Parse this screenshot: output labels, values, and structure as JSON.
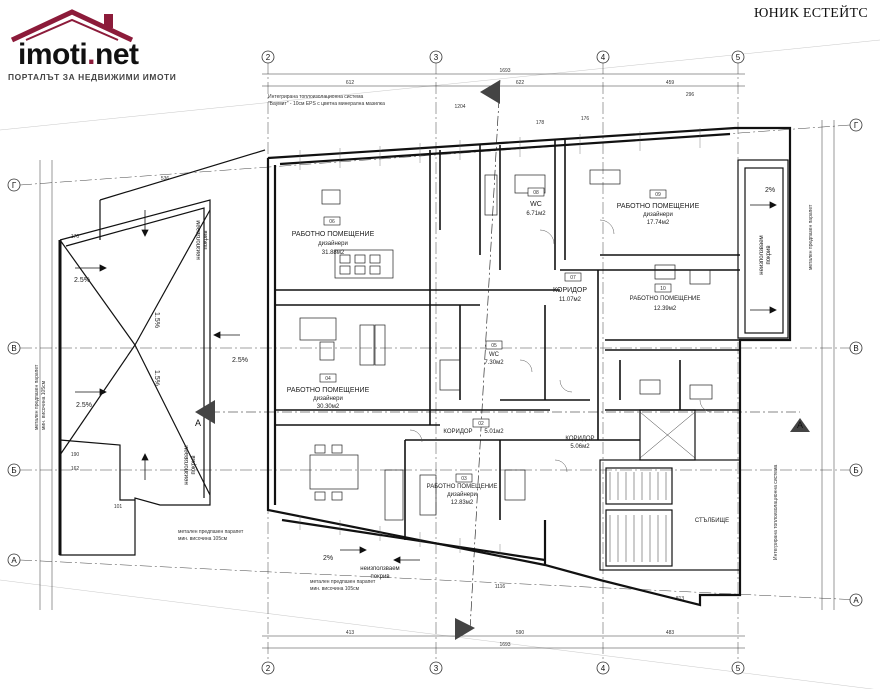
{
  "header": {
    "logo_name": "imoti",
    "logo_dot": ".",
    "logo_tld": "net",
    "logo_tagline": "ПОРТАЛЪТ ЗА НЕДВИЖИМИ ИМОТИ",
    "brand": "ЮНИК ЕСТЕЙТС"
  },
  "axes": {
    "columns": [
      "2",
      "3",
      "4",
      "5"
    ],
    "rows": [
      "Г",
      "В",
      "Б",
      "А"
    ]
  },
  "section_marker": "А",
  "rooms": [
    {
      "number": "06",
      "name": "РАБОТНО ПОМЕЩЕНИЕ",
      "sub": "дизайнери",
      "area": "31.88м2"
    },
    {
      "number": "08",
      "name": "WC",
      "sub": "",
      "area": "6.71м2"
    },
    {
      "number": "09",
      "name": "РАБОТНО ПОМЕЩЕНИЕ",
      "sub": "дизайнери",
      "area": "17.74м2"
    },
    {
      "number": "07",
      "name": "КОРИДОР",
      "sub": "",
      "area": "11.07м2"
    },
    {
      "number": "10",
      "name": "РАБОТНО ПОМЕЩЕНИЕ",
      "sub": "",
      "area": "12.39м2"
    },
    {
      "number": "05",
      "name": "WC",
      "sub": "",
      "area": "7.30м2"
    },
    {
      "number": "04",
      "name": "РАБОТНО ПОМЕЩЕНИЕ",
      "sub": "дизайнери",
      "area": "30.30м2"
    },
    {
      "number": "02",
      "name": "КОРИДОР",
      "sub": "",
      "area": "5.01м2"
    },
    {
      "number": "",
      "name": "КОРИДОР",
      "sub": "",
      "area": "5.06м2"
    },
    {
      "number": "03",
      "name": "РАБОТНО ПОМЕЩЕНИЕ",
      "sub": "дизайнери",
      "area": "12.83м2"
    },
    {
      "number": "",
      "name": "СТЪЛБИЩЕ",
      "sub": "",
      "area": ""
    }
  ],
  "roof": {
    "label_line1": "неизползваем",
    "label_line2": "покрив",
    "slopes": [
      "2.5%",
      "2.5%",
      "1.5%",
      "1.5%",
      "2.5%",
      "2%",
      "2%"
    ]
  },
  "notes": {
    "facade_system": "Интегрирана топлоизолационна система",
    "facade_spec": "\"Баумит\" - 10см EPS с цветна минерална мазилка",
    "parapet": "метален предпазен парапет",
    "parapet_height": "мин. височина 105см"
  },
  "dimensions": {
    "overall": "1693",
    "top": [
      "612",
      "622",
      "459",
      "296",
      "1204",
      "176",
      "178"
    ],
    "bottom": [
      "413",
      "590",
      "483",
      "1116",
      "813"
    ],
    "side": [
      "536",
      "170",
      "190",
      "162",
      "101"
    ]
  }
}
